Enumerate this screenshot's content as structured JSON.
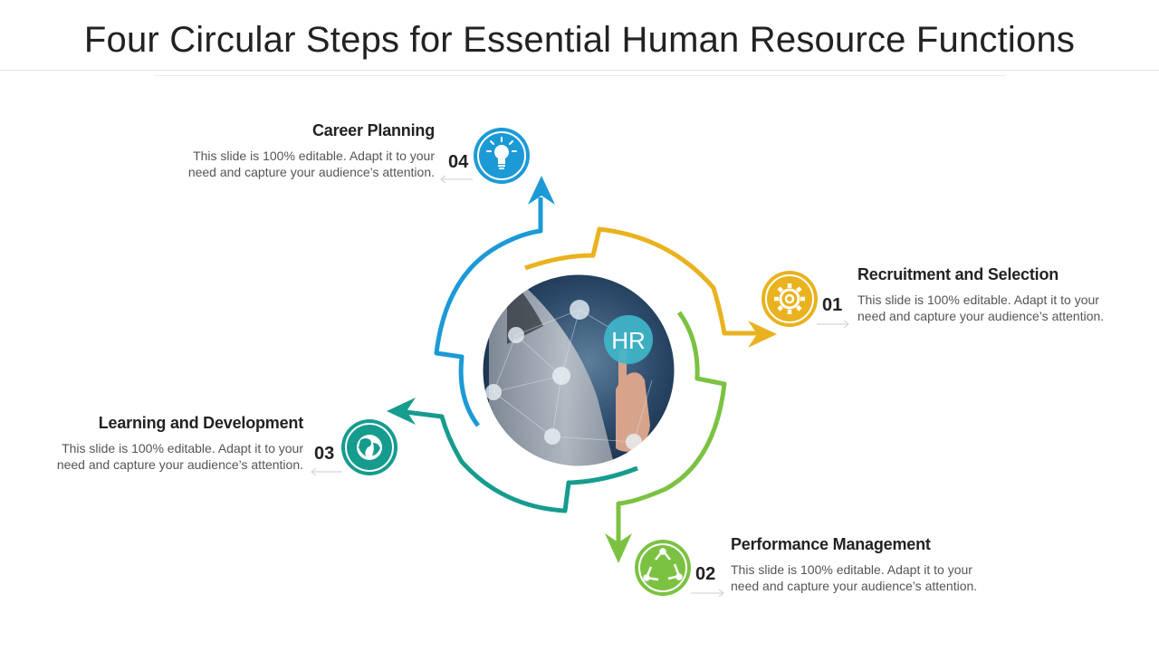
{
  "title": "Four Circular Steps for Essential Human Resource Functions",
  "center": {
    "label": "HR"
  },
  "steps": [
    {
      "number": "01",
      "title": "Recruitment and Selection",
      "text": "This slide is 100% editable. Adapt it to your need and capture your audience’s attention.",
      "color": "#E9B21E",
      "icon": "gear-icon"
    },
    {
      "number": "02",
      "title": "Performance Management",
      "text": "This slide is 100% editable. Adapt it to your need and capture your audience’s attention.",
      "color": "#7CC242",
      "icon": "recycle-icon"
    },
    {
      "number": "03",
      "title": "Learning and Development",
      "text": "This slide is 100% editable. Adapt it to your need and capture your audience’s attention.",
      "color": "#169C8E",
      "icon": "globe-icon"
    },
    {
      "number": "04",
      "title": "Career Planning",
      "text": "This slide is 100% editable. Adapt it to your need and capture your audience’s attention.",
      "color": "#1C9AD6",
      "icon": "lightbulb-icon"
    }
  ]
}
